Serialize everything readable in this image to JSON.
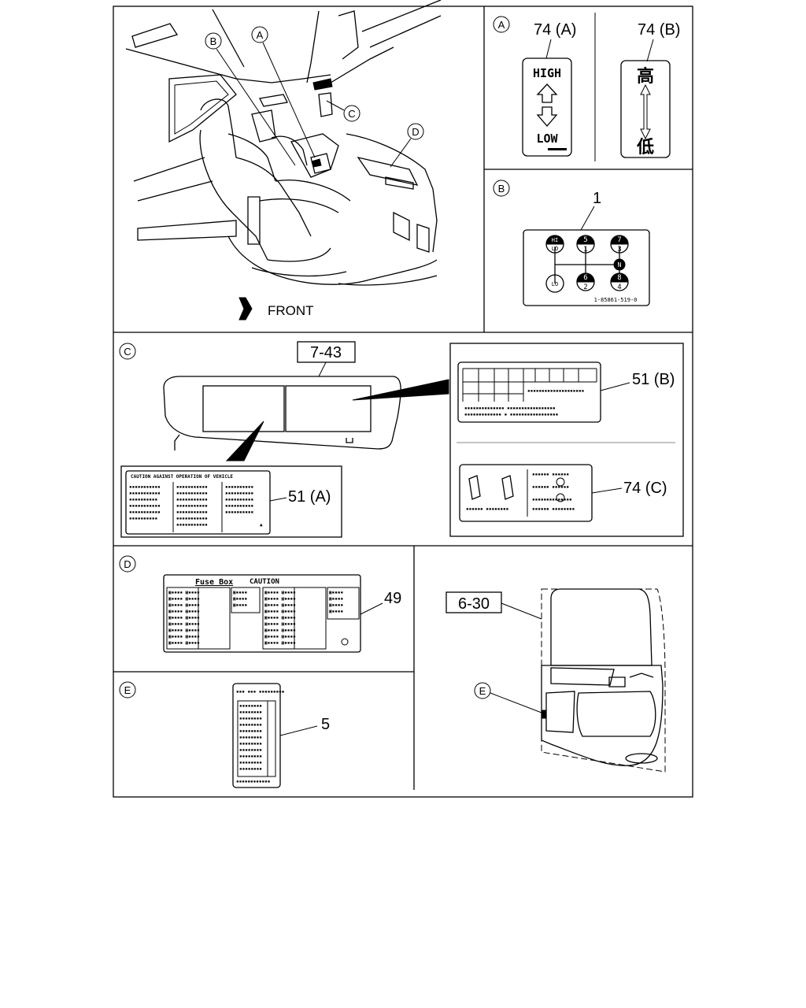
{
  "front_label": "FRONT",
  "callouts": {
    "A": "A",
    "B": "B",
    "C": "C",
    "D": "D",
    "E": "E"
  },
  "panel_a": {
    "label_left": "74 (A)",
    "label_right": "74 (B)",
    "sticker_left_top": "HIGH",
    "sticker_left_bottom": "LOW",
    "sticker_right_top": "高",
    "sticker_right_bottom": "低"
  },
  "panel_b": {
    "part_number": "1",
    "gear_positions": [
      "HI/LO",
      "5/1",
      "7/3",
      "N",
      "LO",
      "6/2",
      "8/4"
    ],
    "code": "1-85861-519-0"
  },
  "panel_c": {
    "ref_sunvisor": "7-43",
    "label_51a": "51 (A)",
    "label_51b": "51 (B)",
    "label_74c": "74 (C)",
    "sticker_51a_header": "CAUTION AGAINST OPERATION OF VEHICLE"
  },
  "panel_d": {
    "part_number": "49",
    "fuse_title": "Fuse Box",
    "caution": "CAUTION"
  },
  "panel_e": {
    "part_number": "5",
    "ref_door": "6-30"
  }
}
